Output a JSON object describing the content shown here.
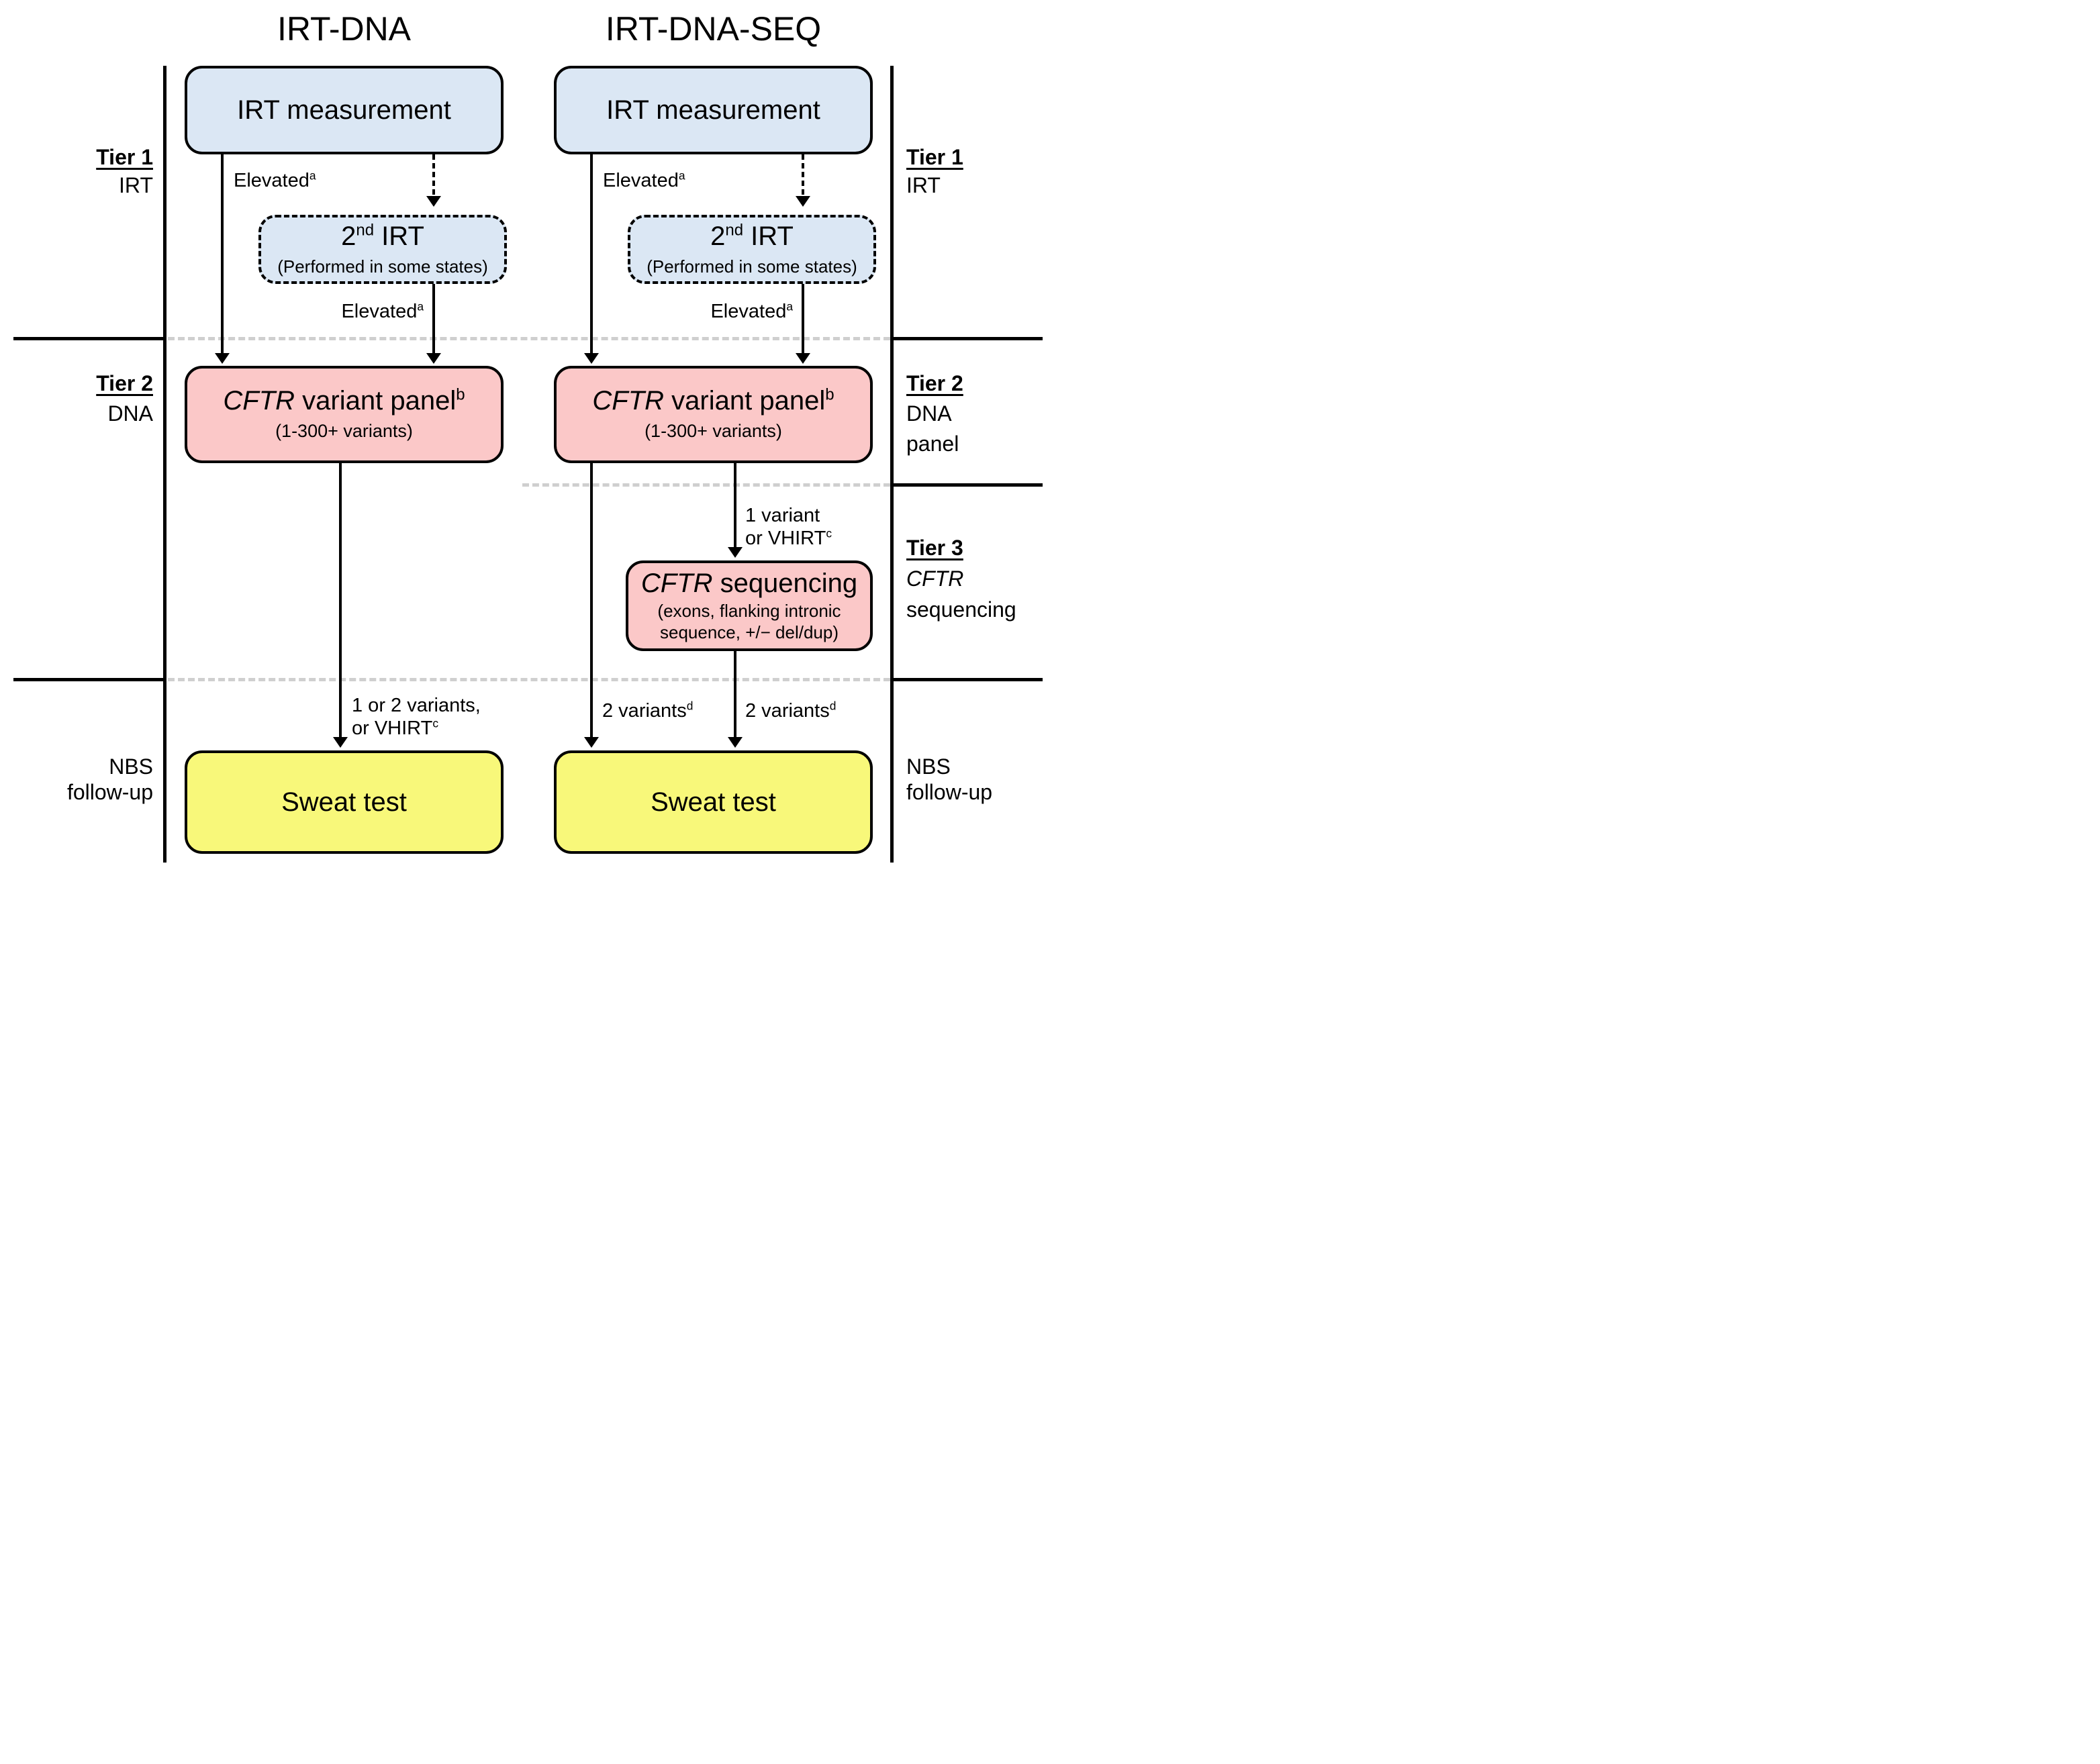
{
  "figure": {
    "columns": [
      {
        "title": "IRT-DNA",
        "irt_box": {
          "label": "IRT measurement"
        },
        "second_irt_box": {
          "num": "2",
          "sup": "nd",
          "rest": " IRT",
          "note": "(Performed in some states)"
        },
        "panel_box": {
          "gene": "CFTR",
          "rest": " variant panel",
          "sup": "b",
          "note": "(1-300+ variants)"
        },
        "sweat_box": {
          "label": "Sweat test"
        },
        "edge_labels": {
          "elevated_first": {
            "text": "Elevated",
            "sup": "a"
          },
          "elevated_second": {
            "text": "Elevated",
            "sup": "a"
          },
          "panel_to_sweat": {
            "line1": "1 or 2 variants,",
            "line2": "or VHIRT",
            "line2_sup": "c"
          }
        }
      },
      {
        "title": "IRT-DNA-SEQ",
        "irt_box": {
          "label": "IRT measurement"
        },
        "second_irt_box": {
          "num": "2",
          "sup": "nd",
          "rest": " IRT",
          "note": "(Performed in some states)"
        },
        "panel_box": {
          "gene": "CFTR",
          "rest": " variant panel",
          "sup": "b",
          "note": "(1-300+ variants)"
        },
        "seq_box": {
          "gene": "CFTR",
          "rest": " sequencing",
          "note": "(exons, flanking intronic sequence, +/− del/dup)"
        },
        "sweat_box": {
          "label": "Sweat test"
        },
        "edge_labels": {
          "elevated_first": {
            "text": "Elevated",
            "sup": "a"
          },
          "elevated_second": {
            "text": "Elevated",
            "sup": "a"
          },
          "panel_to_seq": {
            "line1": "1 variant",
            "line2": "or VHIRT",
            "line2_sup": "c"
          },
          "panel_to_sweat": {
            "text": "2 variants",
            "sup": "d"
          },
          "seq_to_sweat": {
            "text": "2 variants",
            "sup": "d"
          }
        }
      }
    ],
    "side_labels": {
      "left": {
        "tier1": {
          "heading": "Tier 1",
          "sub1": "IRT"
        },
        "tier2": {
          "heading": "Tier 2",
          "sub1": "DNA"
        },
        "nbs": {
          "line1": "NBS",
          "line2": "follow-up"
        }
      },
      "right": {
        "tier1": {
          "heading": "Tier 1",
          "sub1": "IRT"
        },
        "tier2": {
          "heading": "Tier 2",
          "sub1": "DNA",
          "sub2": "panel"
        },
        "tier3": {
          "heading": "Tier 3",
          "gene": "CFTR",
          "sub2": "sequencing"
        },
        "nbs": {
          "line1": "NBS",
          "line2": "follow-up"
        }
      }
    },
    "colors": {
      "irt_box_fill": "#dbe7f4",
      "dna_box_fill": "#fbc8c8",
      "sweat_box_fill": "#f8f87a",
      "divider_dash": "#cfcfcf",
      "line": "#000000"
    }
  }
}
